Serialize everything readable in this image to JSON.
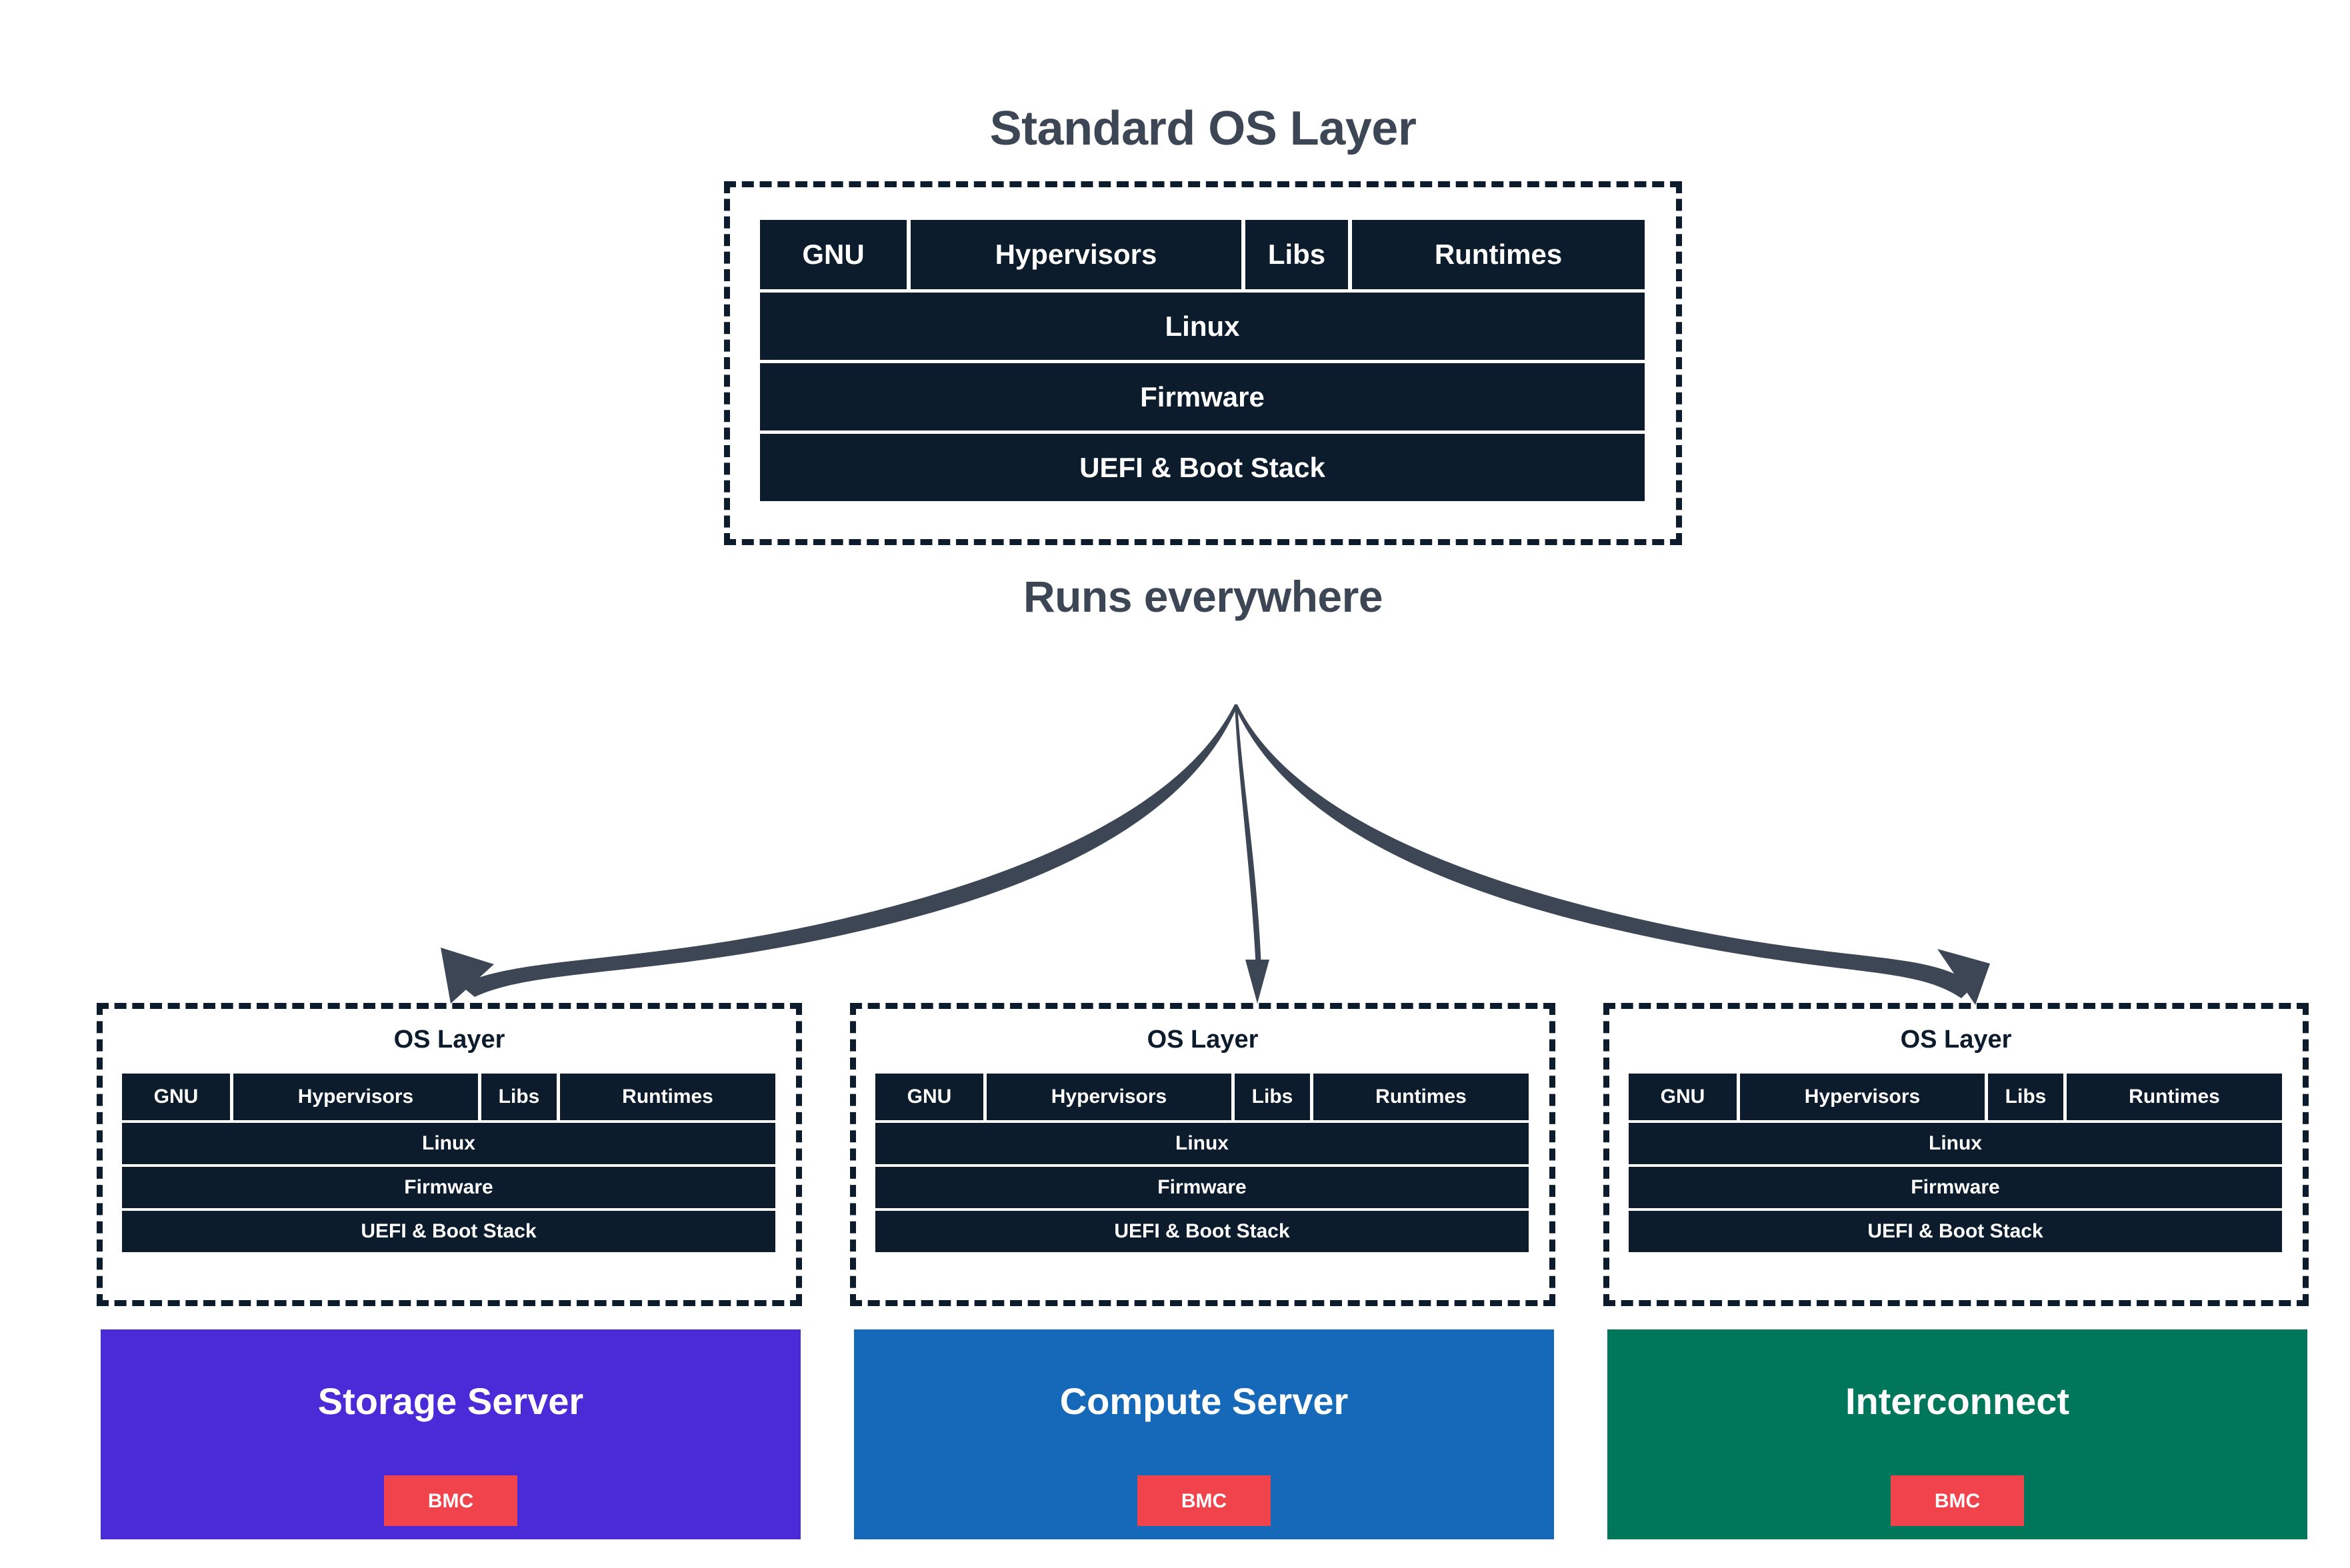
{
  "diagram": {
    "headings": {
      "top": "Standard OS Layer",
      "middle": "Runs everywhere"
    },
    "colors": {
      "heading_text": "#3d4654",
      "stack_block": "#0c1c2c",
      "dashed_border": "#0c1c2c",
      "arrow": "#3d4654",
      "storage_server": "#4a2bd8",
      "compute_server": "#1668b8",
      "interconnect": "#00765b",
      "bmc_badge": "#f0434b",
      "block_text": "#ffffff",
      "background": "#ffffff"
    },
    "os_stack_template": {
      "label": "OS Layer",
      "top_segments": [
        "GNU",
        "Hypervisors",
        "Libs",
        "Runtimes"
      ],
      "rows": [
        "Linux",
        "Firmware",
        "UEFI & Boot Stack"
      ]
    },
    "top_stack": {
      "segments": [
        "GNU",
        "Hypervisors",
        "Libs",
        "Runtimes"
      ],
      "rows": [
        "Linux",
        "Firmware",
        "UEFI & Boot Stack"
      ]
    },
    "platforms": [
      {
        "name": "storage",
        "os_layer_label": "OS Layer",
        "segments": [
          "GNU",
          "Hypervisors",
          "Libs",
          "Runtimes"
        ],
        "rows": [
          "Linux",
          "Firmware",
          "UEFI & Boot Stack"
        ],
        "title": "Storage Server",
        "badge": "BMC",
        "color": "#4a2bd8"
      },
      {
        "name": "compute",
        "os_layer_label": "OS Layer",
        "segments": [
          "GNU",
          "Hypervisors",
          "Libs",
          "Runtimes"
        ],
        "rows": [
          "Linux",
          "Firmware",
          "UEFI & Boot Stack"
        ],
        "title": "Compute Server",
        "badge": "BMC",
        "color": "#1668b8"
      },
      {
        "name": "interconnect",
        "os_layer_label": "OS Layer",
        "segments": [
          "GNU",
          "Hypervisors",
          "Libs",
          "Runtimes"
        ],
        "rows": [
          "Linux",
          "Firmware",
          "UEFI & Boot Stack"
        ],
        "title": "Interconnect",
        "badge": "BMC",
        "color": "#00765b"
      }
    ],
    "arrows": {
      "count": 3,
      "origin": "single fan-out point below the Runs everywhere label",
      "targets": [
        "storage",
        "compute",
        "interconnect"
      ]
    }
  }
}
